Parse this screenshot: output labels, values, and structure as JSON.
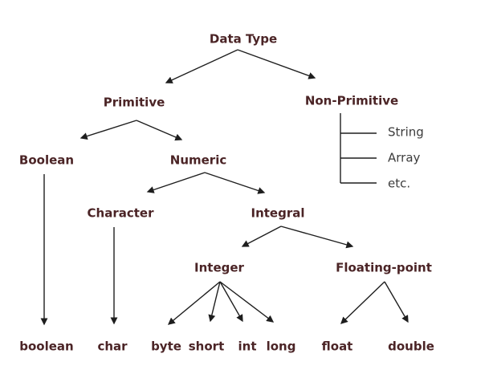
{
  "colors": {
    "background": "#ffffff",
    "node_text": "#4b2426",
    "item_text": "#3c3c3c",
    "connector": "#1e1e1e"
  },
  "tree": {
    "root": "Data Type",
    "primitive": {
      "label": "Primitive",
      "boolean": {
        "label": "Boolean",
        "leaf": "boolean"
      },
      "numeric": {
        "label": "Numeric",
        "character": {
          "label": "Character",
          "leaf": "char"
        },
        "integral": {
          "label": "Integral",
          "integer": {
            "label": "Integer",
            "leaves": [
              "byte",
              "short",
              "int",
              "long"
            ]
          },
          "floating_point": {
            "label": "Floating-point",
            "leaves": [
              "float",
              "double"
            ]
          }
        }
      }
    },
    "non_primitive": {
      "label": "Non-Primitive",
      "items": [
        "String",
        "Array",
        "etc."
      ]
    }
  }
}
